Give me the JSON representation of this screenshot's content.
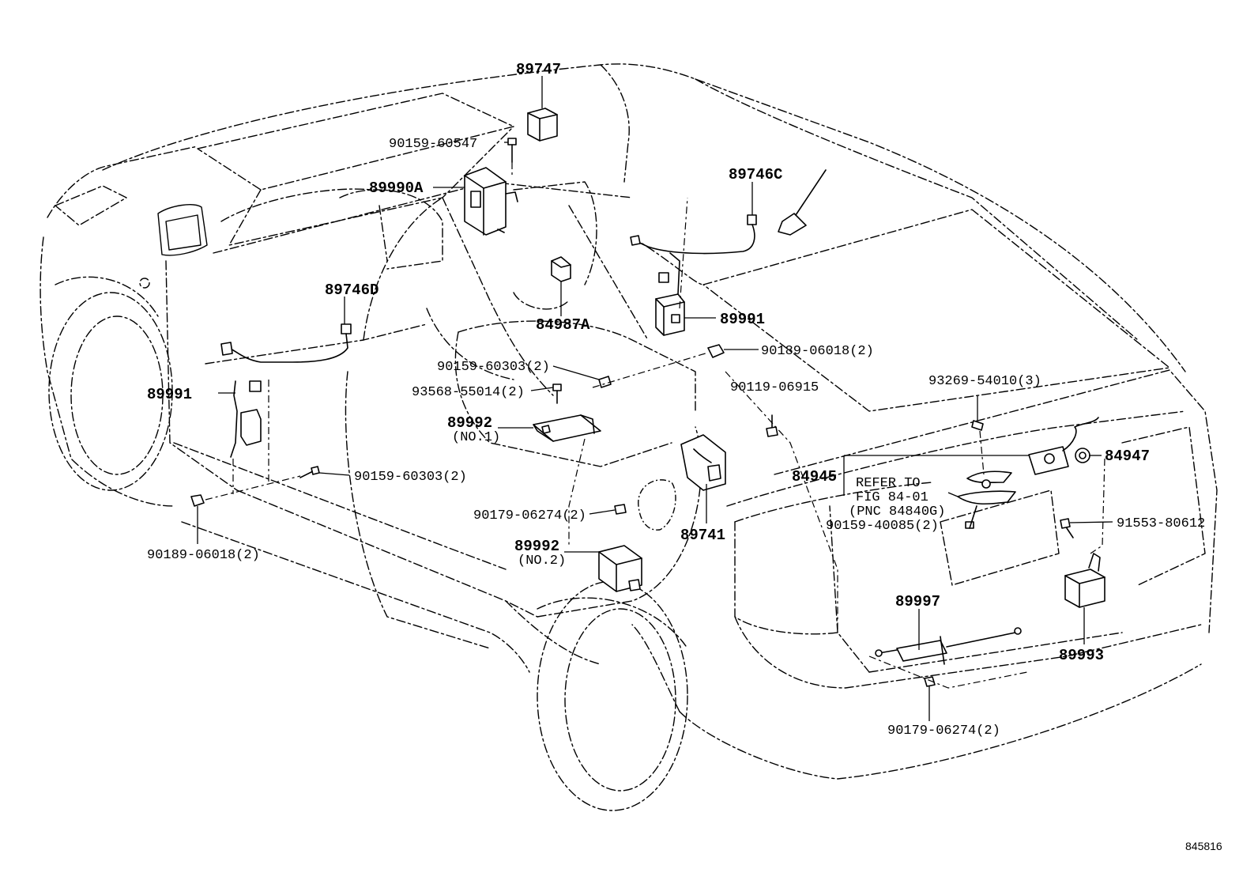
{
  "labels": {
    "p89747": "89747",
    "p90159_60547": "90159-60547",
    "p89990a": "89990A",
    "p89746c": "89746C",
    "p89746d": "89746D",
    "p84987a": "84987A",
    "p89991_right": "89991",
    "p90189_06018_top": "90189-06018(2)",
    "p90159_60303_mid": "90159-60303(2)",
    "p93568_55014": "93568-55014(2)",
    "p90119_06915": "90119-06915",
    "p89991_left": "89991",
    "p89992_no1": "89992",
    "p89992_no1_sub": "(NO.1)",
    "p93269_54010": "93269-54010(3)",
    "p84947": "84947",
    "p84945": "84945",
    "refer_line1": "REFER TO",
    "refer_line2": "FIG 84-01",
    "refer_line3": "(PNC 84840G)",
    "p90159_60303_left": "90159-60303(2)",
    "p90159_40085": "90159-40085(2)",
    "p91553_80612": "91553-80612",
    "p90179_06274_mid": "90179-06274(2)",
    "p89741": "89741",
    "p90189_06018_left": "90189-06018(2)",
    "p89992_no2": "89992",
    "p89992_no2_sub": "(NO.2)",
    "p89997": "89997",
    "p89993": "89993",
    "p90179_06274_bottom": "90179-06274(2)"
  },
  "figure_code": "845816"
}
